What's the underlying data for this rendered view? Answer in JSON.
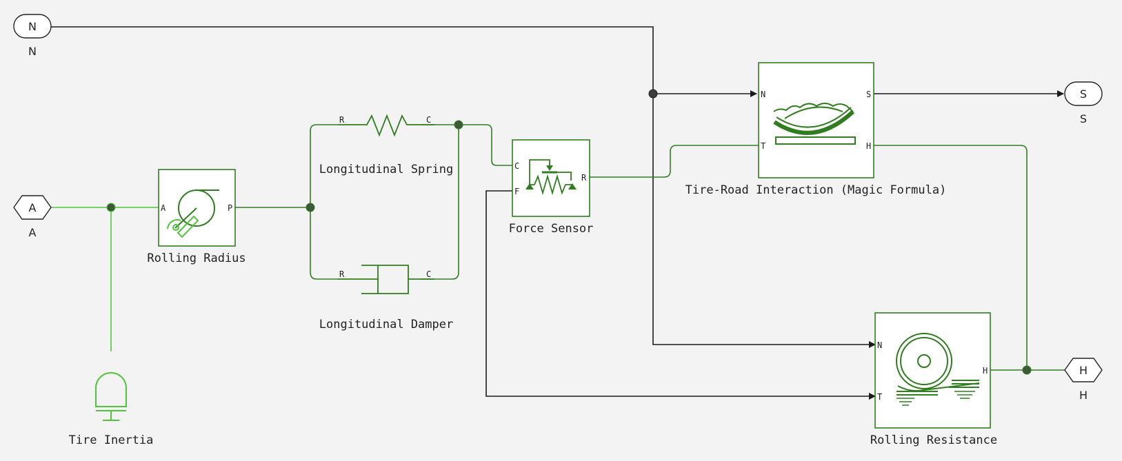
{
  "ports": {
    "n": {
      "symbol": "N",
      "label": "N"
    },
    "a": {
      "symbol": "A",
      "label": "A"
    },
    "s": {
      "symbol": "S",
      "label": "S"
    },
    "h": {
      "symbol": "H",
      "label": "H"
    }
  },
  "blocks": {
    "rolling_radius": {
      "label": "Rolling Radius",
      "port_left": "A",
      "port_right": "P"
    },
    "long_spring": {
      "label": "Longitudinal Spring",
      "port_left": "R",
      "port_right": "C"
    },
    "long_damper": {
      "label": "Longitudinal Damper",
      "port_left": "R",
      "port_right": "C"
    },
    "force_sensor": {
      "label": "Force Sensor",
      "port_c": "C",
      "port_f": "F",
      "port_r": "R"
    },
    "tire_road": {
      "label": "Tire-Road Interaction (Magic Formula)",
      "port_n": "N",
      "port_t": "T",
      "port_s": "S",
      "port_h": "H"
    },
    "rolling_resistance": {
      "label": "Rolling Resistance",
      "port_n": "N",
      "port_t": "T",
      "port_h": "H"
    },
    "tire_inertia": {
      "label": "Tire Inertia"
    }
  },
  "colors": {
    "signal_wire": "#1a1a1a",
    "mechanical_wire": "#2f7d1f",
    "rotational_wire": "#4fc43a",
    "background": "#f3f3f3"
  }
}
